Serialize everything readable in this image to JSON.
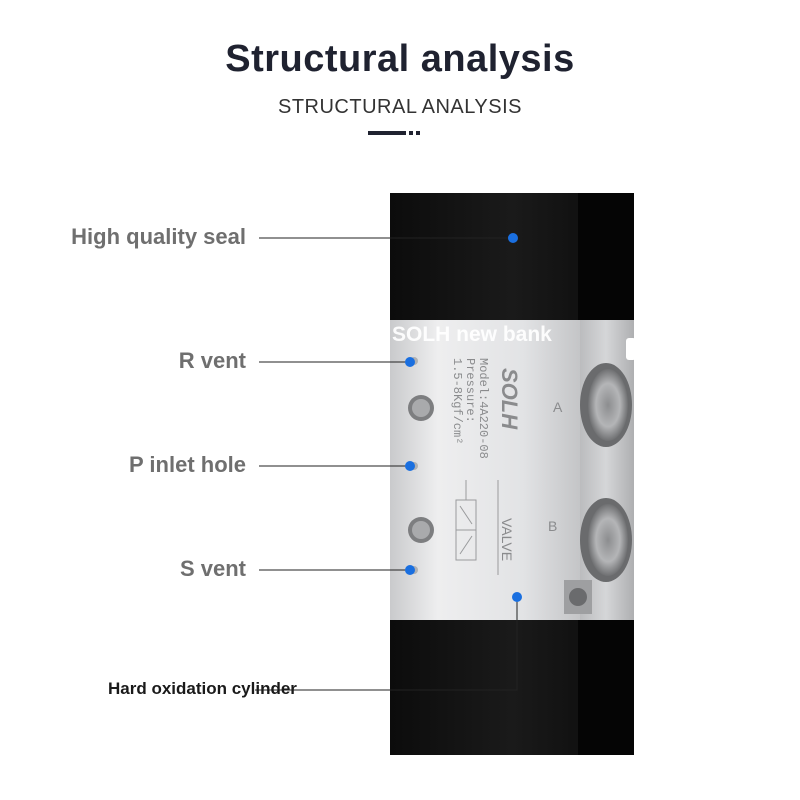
{
  "header": {
    "title": "Structural analysis",
    "subtitle": "STRUCTURAL ANALYSIS"
  },
  "callouts": [
    {
      "label": "High quality seal"
    },
    {
      "label": "R vent"
    },
    {
      "label": "P inlet hole"
    },
    {
      "label": "S vent"
    },
    {
      "label": "Hard oxidation cylinder"
    }
  ],
  "watermark": "SOLH new bank",
  "valve": {
    "brand": "SOLH",
    "model_line": "Model:4A220-08",
    "pressure_line": "Pressure:",
    "pressure_value": "1.5-8Kgf/cm²",
    "valve_text": "VALVE",
    "port_a": "A",
    "port_b": "B"
  },
  "colors": {
    "marker": "#1a6fe0",
    "title": "#1f2230",
    "body_black": "#111111",
    "body_aluminum": "#d9dadc"
  }
}
